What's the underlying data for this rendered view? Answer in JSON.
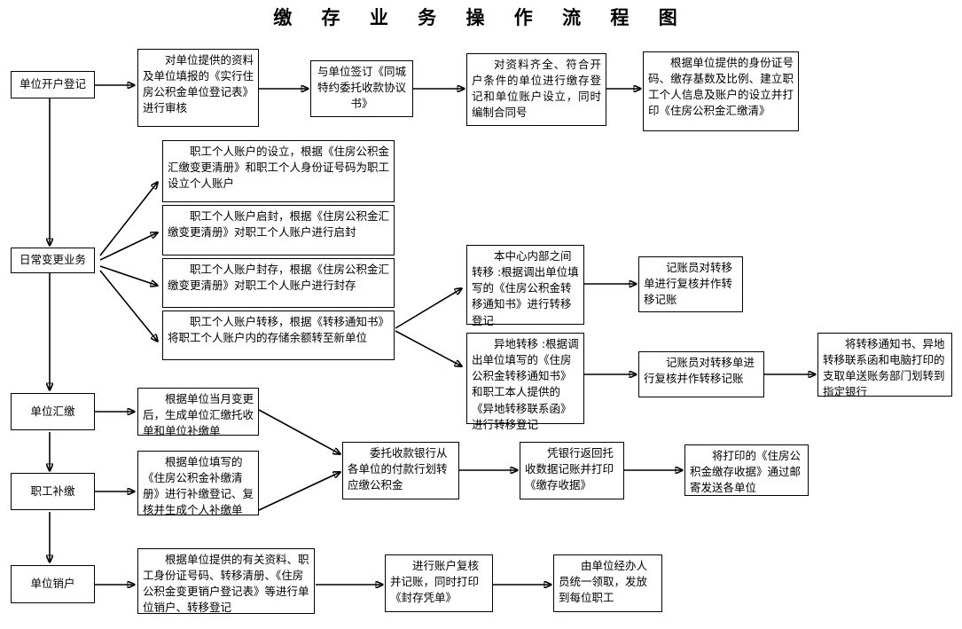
{
  "title": "缴 存 业 务 操 作 流 程 图",
  "nodes": {
    "n_open": {
      "label": "单位开户登记"
    },
    "n_audit": {
      "label": "对单位提供的资料及单位填报的《实行住房公积金单位登记表》进行审核"
    },
    "n_sign": {
      "label": "与单位签订《同城特约委托收款协议书》"
    },
    "n_reg": {
      "label": "对资料齐全、符合开户条件的单位进行缴存登记和单位账户设立，同时编制合同号"
    },
    "n_idinfo": {
      "label": "根据单位提供的身份证号码、缴存基数及比例、建立职工个人信息及账户的设立并打印《住房公积金汇缴清》"
    },
    "n_daily": {
      "label": "日常变更业务"
    },
    "n_setup": {
      "label": "职工个人账户的设立，根据《住房公积金汇缴变更清册》和职工个人身份证号码为职工设立个人账户"
    },
    "n_unseal": {
      "label": "职工个人账户启封，根据《住房公积金汇缴变更清册》对职工个人账户进行启封"
    },
    "n_seal": {
      "label": "职工个人账户封存，根据《住房公积金汇缴变更清册》对职工个人账户进行封存"
    },
    "n_transfer": {
      "label": "职工个人账户转移，根据《转移通知书》将职工个人账户内的存储余额转至新单位"
    },
    "n_inner": {
      "label": "本中心内部之间转移 :根据调出单位填写的《住房公积金转移通知书》进行转移登记"
    },
    "n_inner_chk": {
      "label": "记账员对转移单进行复核并作转移记账"
    },
    "n_remote": {
      "label": "异地转移 :根据调出单位填写的《住房公积金转移通知书》和职工本人提供的《异地转移联系函》进行转移登记"
    },
    "n_remote_chk": {
      "label": "记账员对转移单进行复核并作转移记账"
    },
    "n_bank_send": {
      "label": "将转移通知书、异地转移联系函和电脑打印的支取单送账务部门划转到指定银行"
    },
    "n_collect": {
      "label": "单位汇缴"
    },
    "n_collect_d": {
      "label": "根据单位当月变更后，生成单位汇缴托收单和单位补缴单"
    },
    "n_supply": {
      "label": "职工补缴"
    },
    "n_supply_d": {
      "label": "根据单位填写的《住房公积金补缴清册》进行补缴登记、复核并生成个人补缴单"
    },
    "n_entrust": {
      "label": "委托收款银行从各单位的付款行划转应缴公积金"
    },
    "n_voucher": {
      "label": "凭银行返回托收数据记账并打印《缴存收据》"
    },
    "n_mail": {
      "label": "将打印的《住房公积金缴存收据》通过邮寄发送各单位"
    },
    "n_close": {
      "label": "单位销户"
    },
    "n_close_d": {
      "label": "根据单位提供的有关资料、职工身份证号码、转移清册、《住房公积金变更销户登记表》等进行单位销户、转移登记"
    },
    "n_recheck": {
      "label": "进行账户复核并记账，同时打印《封存凭单》"
    },
    "n_handout": {
      "label": "由单位经办人员统一领取，发放到每位职工"
    }
  },
  "colors": {
    "line": "#000000",
    "box_border": "#000000",
    "background": "#ffffff",
    "text": "#000000"
  },
  "flow_edges": [
    "单位开户登记 → 审核资料",
    "审核资料 → 与单位签订协议",
    "与单位签订协议 → 缴存登记和账户设立",
    "缴存登记和账户设立 → 建立职工个人信息",
    "单位开户登记 ↓ 日常变更业务",
    "日常变更业务 → 个人账户设立 / 启封 / 封存 / 转移",
    "个人账户转移 → 本中心内部之间转移",
    "个人账户转移 → 异地转移",
    "本中心内部之间转移 → 记账员复核记账",
    "异地转移 → 记账员复核记账 → 送账务部门划转指定银行",
    "日常变更业务 ↓ 单位汇缴",
    "单位汇缴 → 生成汇缴托收单",
    "单位汇缴 ↓ 职工补缴",
    "职工补缴 → 补缴登记复核",
    "生成汇缴托收单 ↘ 委托收款银行划转",
    "补缴登记复核 ↗ 委托收款银行划转",
    "委托收款银行划转 → 凭银行返回托收数据记账 → 邮寄发送各单位",
    "职工补缴 ↓ 单位销户",
    "单位销户 → 单位销户转移登记 → 账户复核并记账 → 由单位经办人员统一领取"
  ]
}
